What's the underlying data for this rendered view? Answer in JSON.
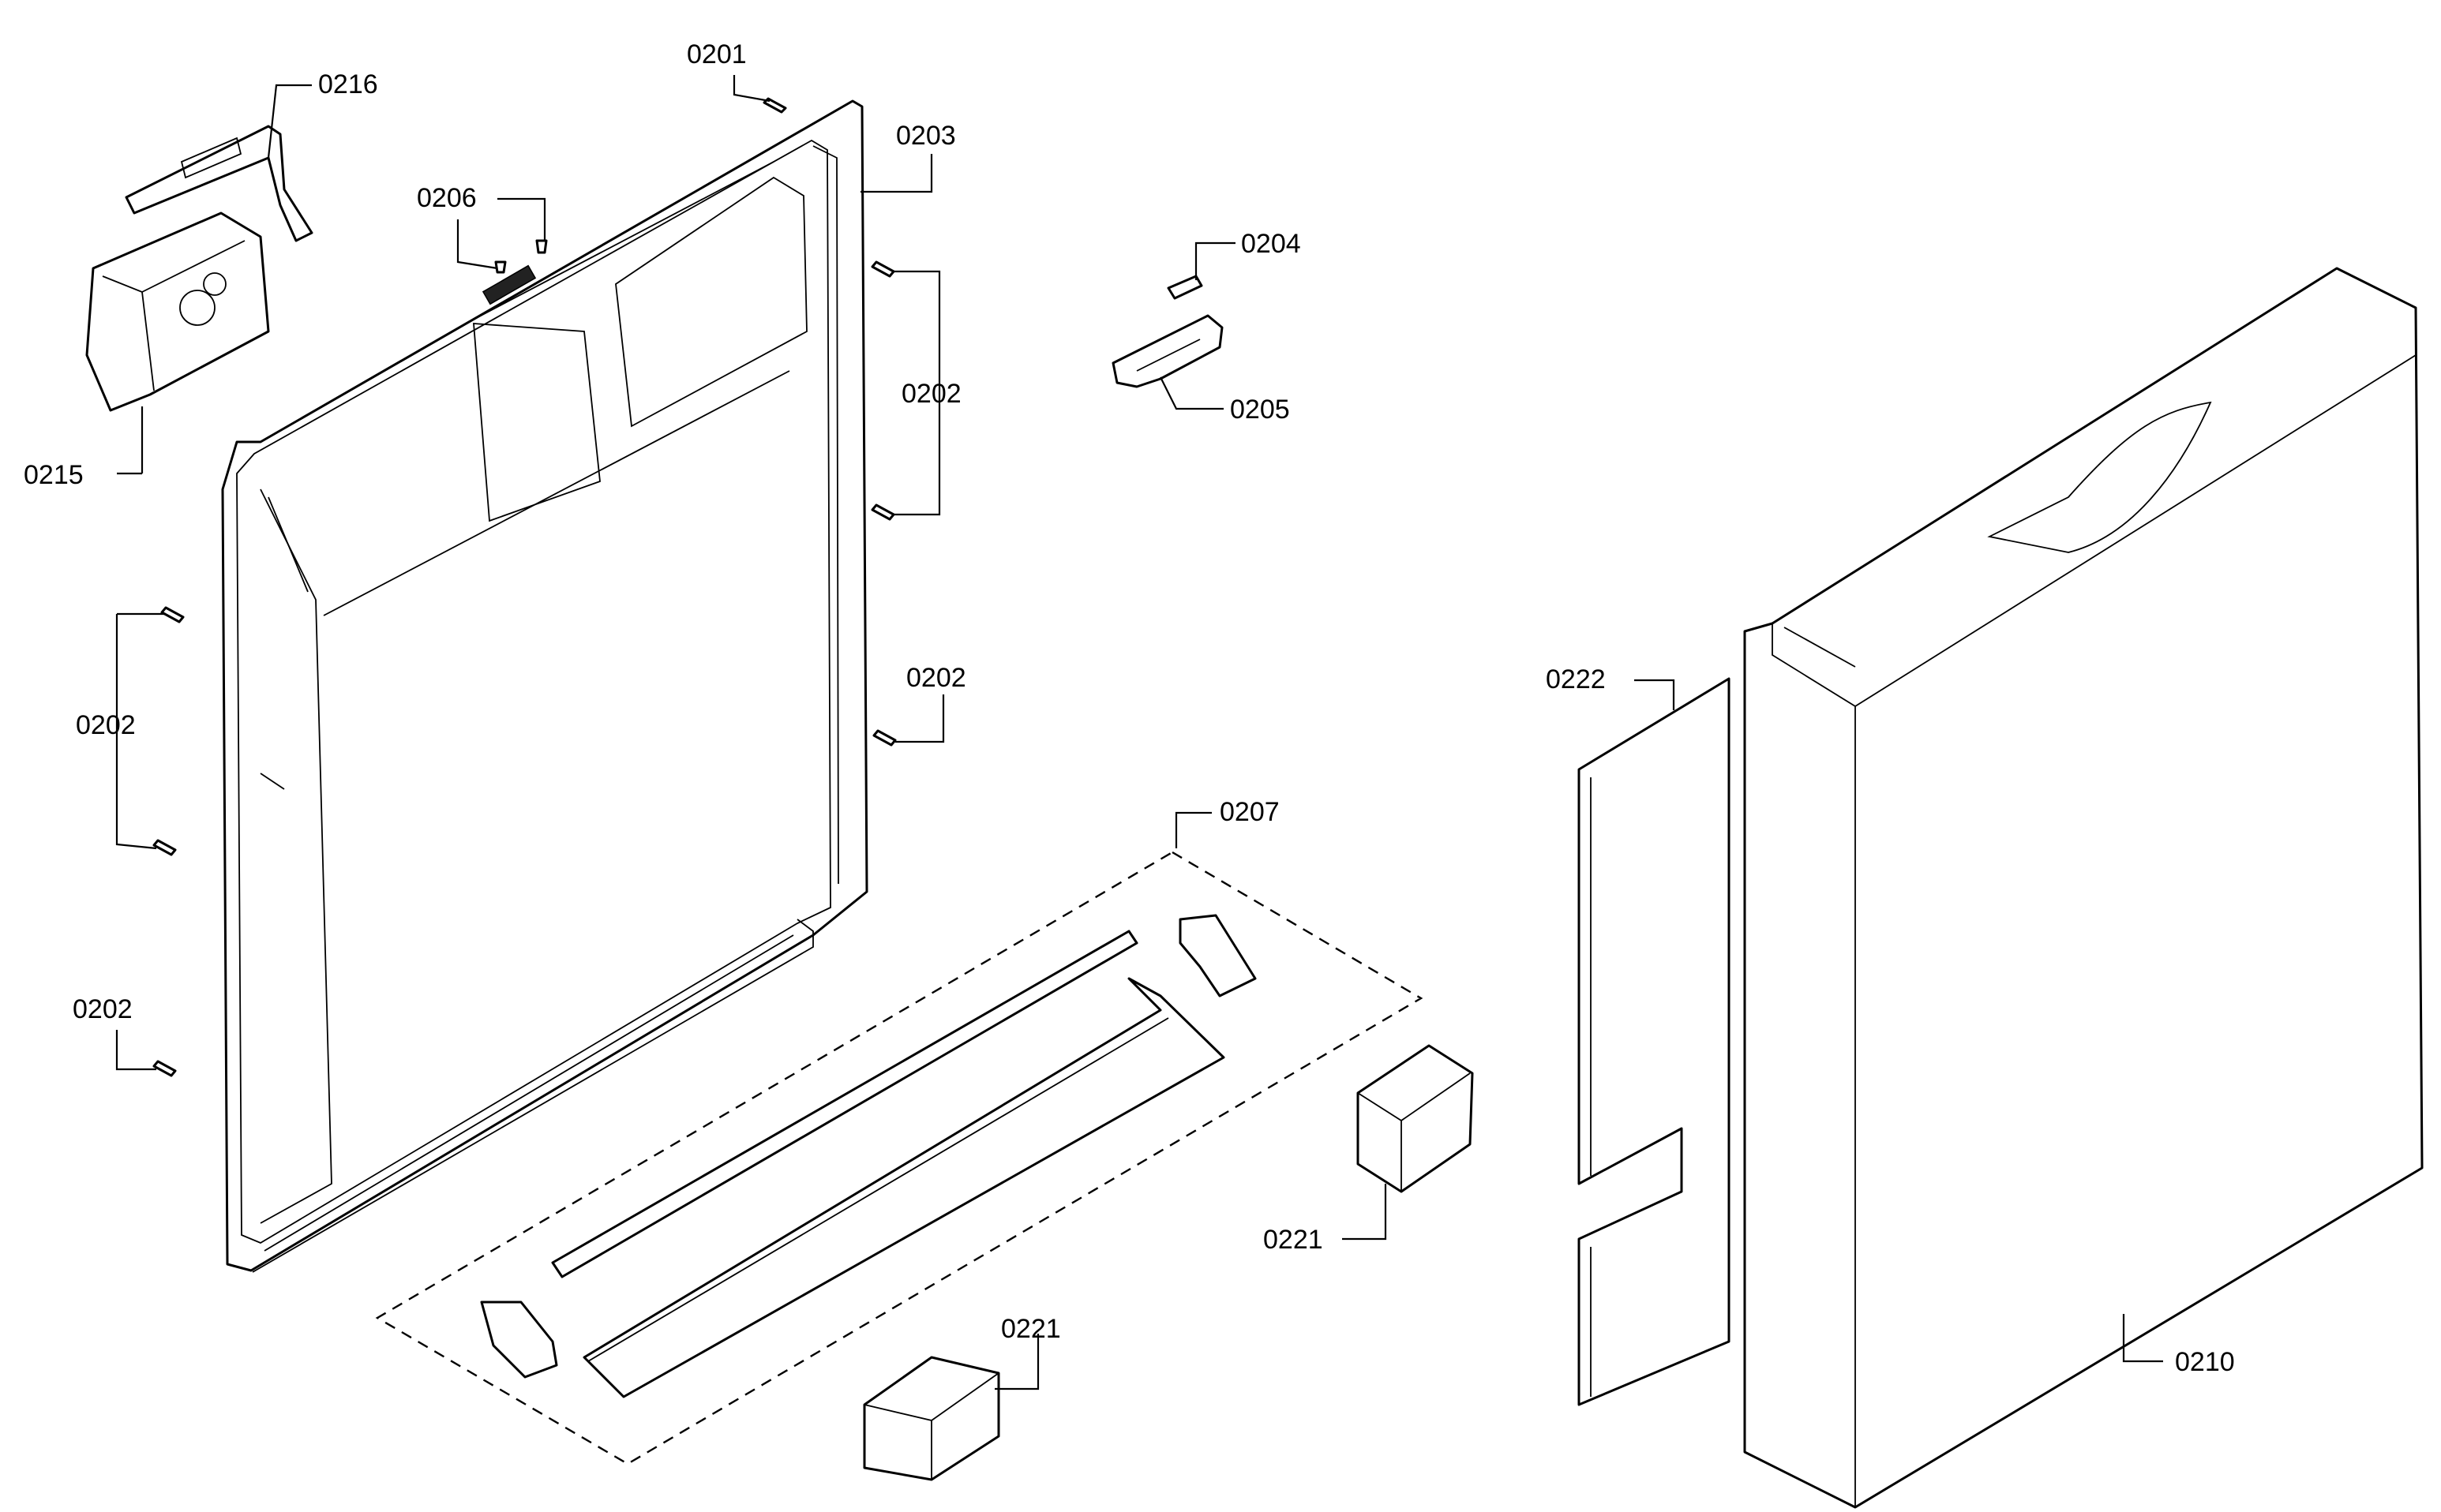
{
  "callouts": [
    {
      "id": "c0201",
      "label": "0201"
    },
    {
      "id": "c0203",
      "label": "0203"
    },
    {
      "id": "c0216",
      "label": "0216"
    },
    {
      "id": "c0206",
      "label": "0206"
    },
    {
      "id": "c0215",
      "label": "0215"
    },
    {
      "id": "c0204",
      "label": "0204"
    },
    {
      "id": "c0205",
      "label": "0205"
    },
    {
      "id": "c0202a",
      "label": "0202"
    },
    {
      "id": "c0202b",
      "label": "0202"
    },
    {
      "id": "c0202c",
      "label": "0202"
    },
    {
      "id": "c0202d",
      "label": "0202"
    },
    {
      "id": "c0207",
      "label": "0207"
    },
    {
      "id": "c0222",
      "label": "0222"
    },
    {
      "id": "c0221a",
      "label": "0221"
    },
    {
      "id": "c0221b",
      "label": "0221"
    },
    {
      "id": "c0210",
      "label": "0210"
    }
  ]
}
